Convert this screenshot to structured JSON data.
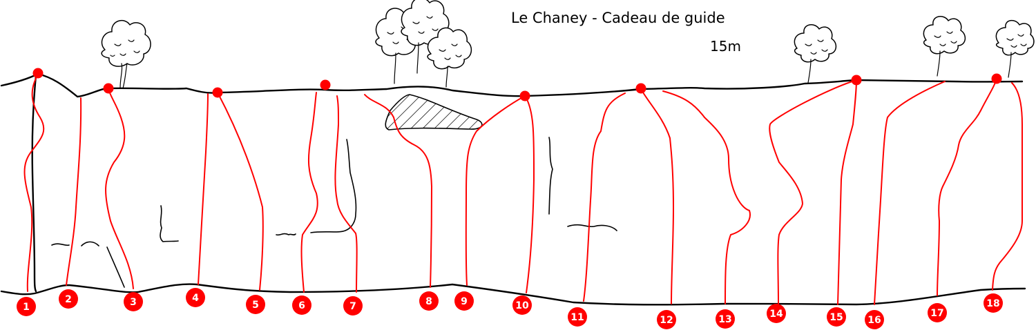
{
  "title": "Le Chaney - Cadeau de guide",
  "height_label": "15m",
  "colors": {
    "route": "#ff0000",
    "rock": "#000000",
    "background": "#ffffff"
  },
  "icons": [
    "tree-icon"
  ],
  "routes": [
    {
      "number": "1"
    },
    {
      "number": "2"
    },
    {
      "number": "3"
    },
    {
      "number": "4"
    },
    {
      "number": "5"
    },
    {
      "number": "6"
    },
    {
      "number": "7"
    },
    {
      "number": "8"
    },
    {
      "number": "9"
    },
    {
      "number": "10"
    },
    {
      "number": "11"
    },
    {
      "number": "12"
    },
    {
      "number": "13"
    },
    {
      "number": "14"
    },
    {
      "number": "15"
    },
    {
      "number": "16"
    },
    {
      "number": "17"
    },
    {
      "number": "18"
    }
  ]
}
